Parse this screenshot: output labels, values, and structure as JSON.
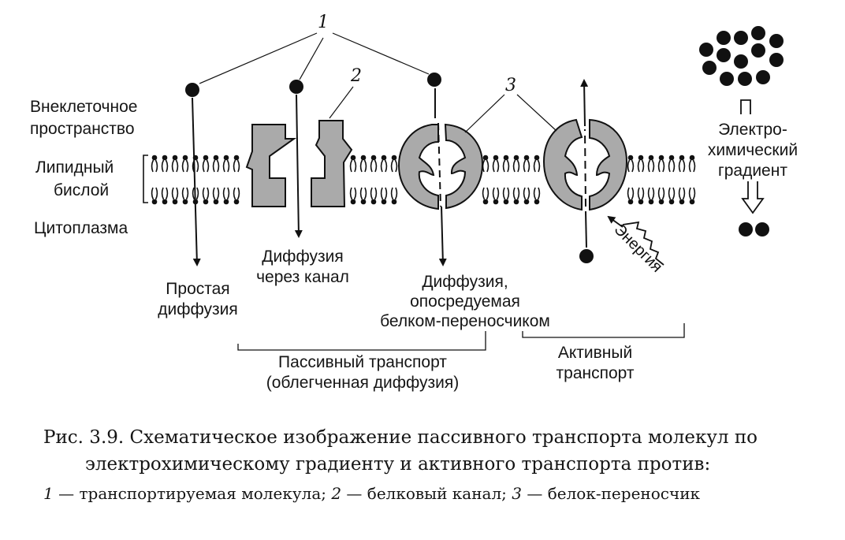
{
  "labels": {
    "extracellular_line1": "Внеклеточное",
    "extracellular_line2": "пространство",
    "lipid_line1": "Липидный",
    "lipid_line2": "бислой",
    "cytoplasm": "Цитоплазма",
    "simple_line1": "Простая",
    "simple_line2": "диффузия",
    "channel_line1": "Диффузия",
    "channel_line2": "через канал",
    "carrier_line1": "Диффузия,",
    "carrier_line2": "опосредуемая",
    "carrier_line3": "белком-переносчиком",
    "passive_line1": "Пассивный транспорт",
    "passive_line2": "(облегченная диффузия)",
    "active_line1": "Активный",
    "active_line2": "транспорт",
    "gradient_line1": "Электро-",
    "gradient_line2": "химический",
    "gradient_line3": "градиент",
    "energy": "Энергия"
  },
  "markers": {
    "m1": "1",
    "m2": "2",
    "m3": "3"
  },
  "caption": {
    "line1": "Рис. 3.9. Схематическое изображение пассивного транспорта молекул по",
    "line2": "электрохимическому градиенту и активного транспорта против:",
    "legend": [
      {
        "num": "1",
        "text": " — транспортируемая молекула; "
      },
      {
        "num": "2",
        "text": " — белковый канал; "
      },
      {
        "num": "3",
        "text": " — белок-переносчик"
      }
    ]
  },
  "colors": {
    "protein_fill": "#aaaaaa",
    "ink": "#111111"
  }
}
